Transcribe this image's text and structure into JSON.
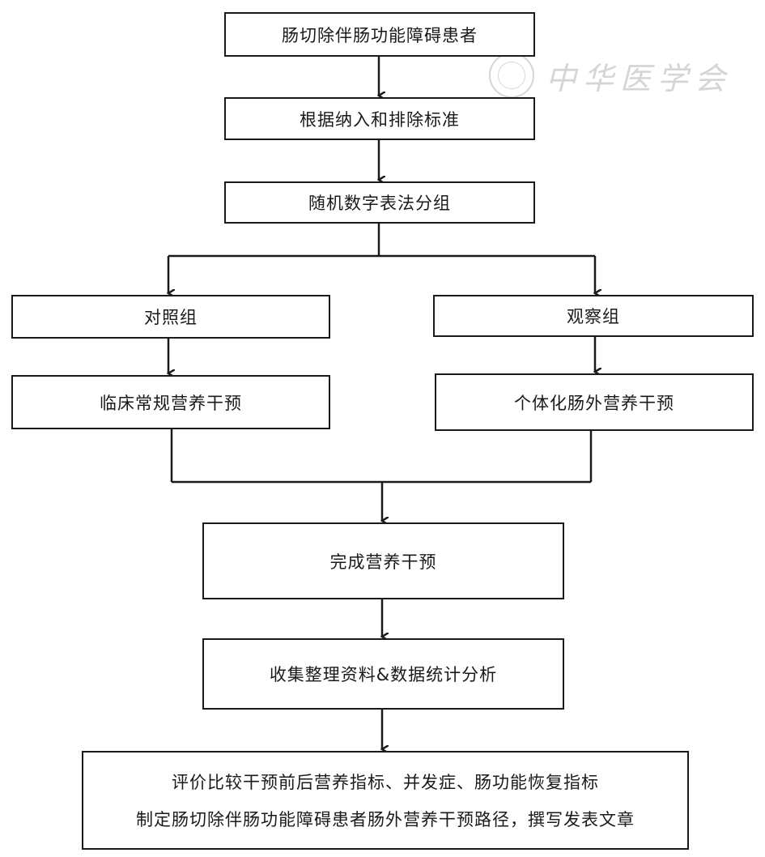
{
  "watermark": {
    "text": "中华医学会"
  },
  "flow": {
    "step1": "肠切除伴肠功能障碍患者",
    "step2": "根据纳入和排除标准",
    "step3": "随机数字表法分组",
    "control_group": "对照组",
    "observation_group": "观察组",
    "control_intervention": "临床常规营养干预",
    "observation_intervention": "个体化肠外营养干预",
    "step_complete": "完成营养干预",
    "step_collect": "收集整理资料&数据统计分析",
    "final_line1": "评价比较干预前后营养指标、并发症、肠功能恢复指标",
    "final_line2": "制定肠切除伴肠功能障碍患者肠外营养干预路径，撰写发表文章"
  },
  "colors": {
    "line": "#1a1a1a",
    "watermark": "#8a8a8a"
  }
}
